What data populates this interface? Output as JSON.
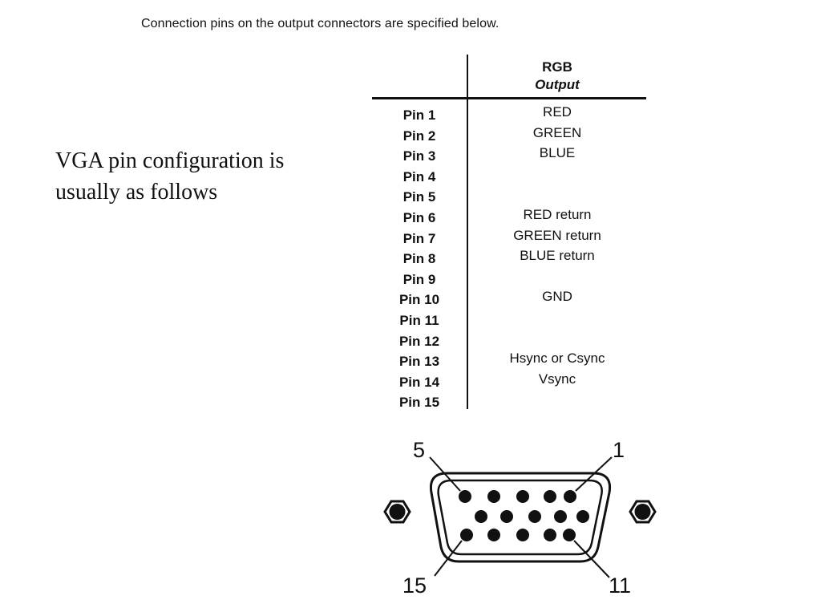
{
  "caption": "Connection pins on the output connectors are specified below.",
  "side_text": "VGA pin configuration is usually as follows",
  "table": {
    "header_line1": "RGB",
    "header_line2": "Output",
    "rows": [
      {
        "pin": "Pin 1",
        "signal": "RED"
      },
      {
        "pin": "Pin 2",
        "signal": "GREEN"
      },
      {
        "pin": "Pin 3",
        "signal": "BLUE"
      },
      {
        "pin": "Pin 4",
        "signal": ""
      },
      {
        "pin": "Pin 5",
        "signal": ""
      },
      {
        "pin": "Pin 6",
        "signal": "RED return"
      },
      {
        "pin": "Pin 7",
        "signal": "GREEN return"
      },
      {
        "pin": "Pin 8",
        "signal": "BLUE return"
      },
      {
        "pin": "Pin 9",
        "signal": ""
      },
      {
        "pin": "Pin 10",
        "signal": "GND"
      },
      {
        "pin": "Pin 11",
        "signal": ""
      },
      {
        "pin": "Pin 12",
        "signal": ""
      },
      {
        "pin": "Pin 13",
        "signal": "Hsync or Csync"
      },
      {
        "pin": "Pin 14",
        "signal": "Vsync"
      },
      {
        "pin": "Pin 15",
        "signal": ""
      }
    ]
  },
  "connector": {
    "label_top_left": "5",
    "label_top_right": "1",
    "label_bottom_left": "15",
    "label_bottom_right": "11"
  }
}
